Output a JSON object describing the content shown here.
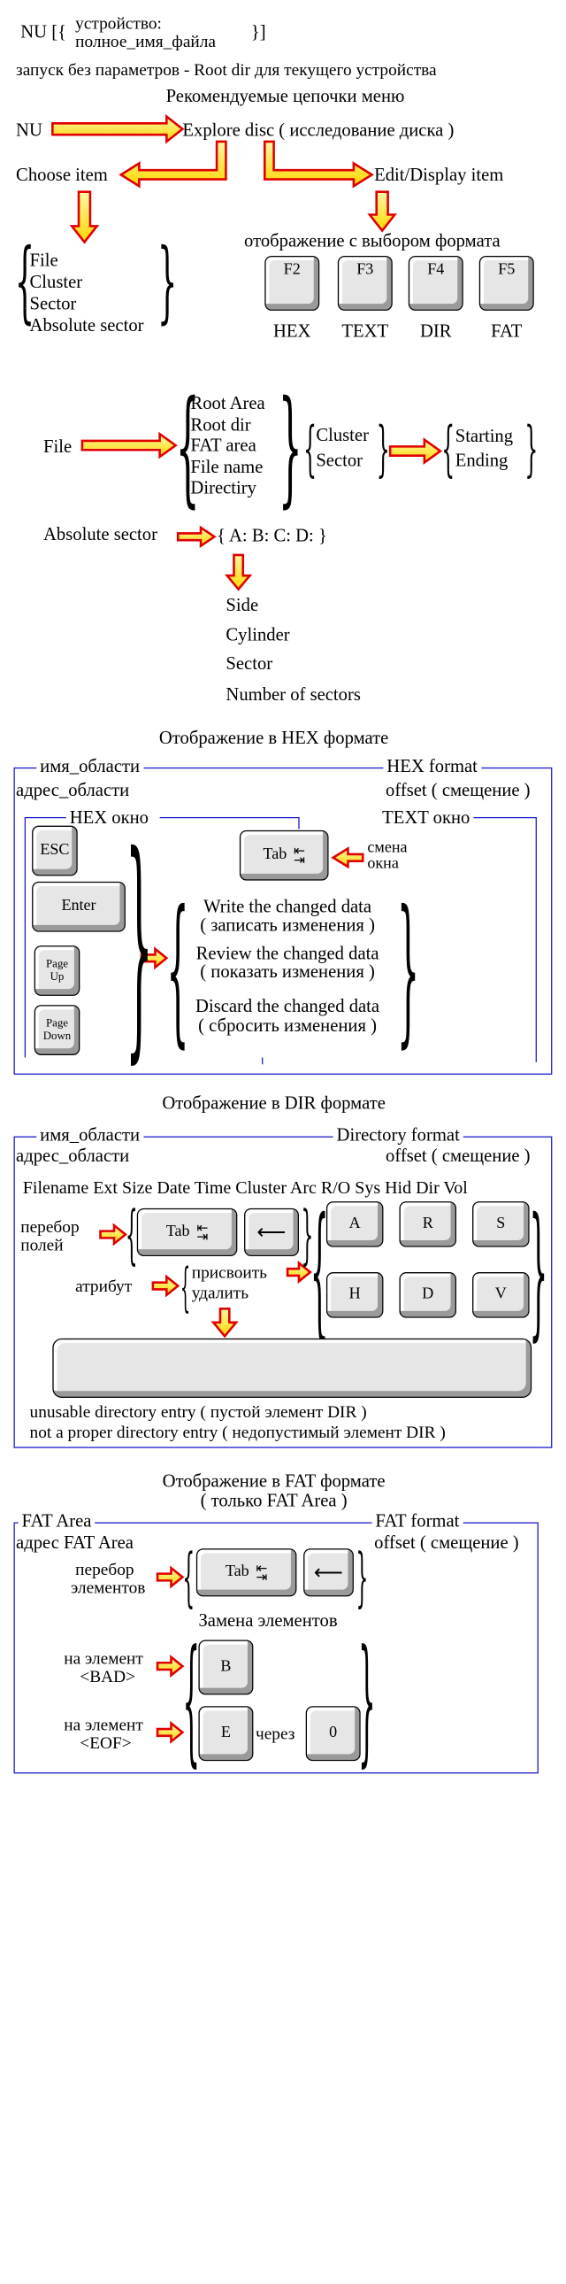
{
  "syntax": {
    "prefix": "NU [{",
    "line1": "устройство:",
    "line2": "полное_имя_файла",
    "suffix": "}]"
  },
  "launch": "запуск без параметров - Root dir для текущего устройства",
  "menu_title": "Рекомендуемые  цепочки меню",
  "flow": {
    "nu": "NU",
    "explore": "Explore  disc ( исследование диска )",
    "choose": "Choose item",
    "edit": "Edit/Display item"
  },
  "choose_items": [
    "File",
    "Cluster",
    "Sector",
    "Absolute sector"
  ],
  "display_caption": "отображение с выбором формата",
  "fkeys": [
    {
      "key": "F2",
      "label": "HEX"
    },
    {
      "key": "F3",
      "label": "TEXT"
    },
    {
      "key": "F4",
      "label": "DIR"
    },
    {
      "key": "F5",
      "label": "FAT"
    }
  ],
  "file_section": {
    "file": "File",
    "areas": [
      "Root Area",
      "Root dir",
      "FAT area",
      "File name",
      "Directiry"
    ],
    "units": [
      "Cluster",
      "Sector"
    ],
    "bounds": [
      "Starting",
      "Ending"
    ]
  },
  "abs_section": {
    "label": "Absolute sector",
    "drives": "{ A:  B:  C:  D: }",
    "items": [
      "Side",
      "Cylinder",
      "Sector",
      "Number of sectors"
    ]
  },
  "hex": {
    "title": "Отображение в HEX формате",
    "area_name": "имя_области",
    "area_addr": "адрес_области",
    "format": "HEX format",
    "offset": "offset ( смещение )",
    "hex_window": "HEX окно",
    "text_window": "TEXT окно",
    "tab_key": "Tab",
    "switch_label_1": "смена",
    "switch_label_2": "окна",
    "keys": [
      "ESC",
      "Enter",
      "Page Up",
      "Page Down"
    ],
    "actions": [
      {
        "en": "Write the changed data",
        "ru": "( записать изменения )"
      },
      {
        "en": "Review the changed data",
        "ru": "( показать изменения )"
      },
      {
        "en": "Discard the changed data",
        "ru": "( сбросить изменения )"
      }
    ]
  },
  "dir": {
    "title": "Отображение в DIR формате",
    "area_name": "имя_области",
    "area_addr": "адрес_области",
    "format": "Directory format",
    "offset": "offset ( смещение )",
    "columns": "Filename Ext Size Date Time Cluster Arc R/O Sys Hid Dir Vol",
    "cycle_1": "перебор",
    "cycle_2": "полей",
    "tab_key": "Tab",
    "attr": "атрибут",
    "assign": "присвоить",
    "remove": "удалить",
    "attr_keys": [
      "A",
      "R",
      "S",
      "H",
      "D",
      "V"
    ],
    "note1": "unusable directory entry ( пустой элемент DIR )",
    "note2": "not a proper directory entry ( недопустимый элемент DIR )"
  },
  "fat": {
    "title": "Отображение в FAT формате",
    "subtitle": "( только FAT Area )",
    "area_name": "FAT Area",
    "area_addr": "адрес FAT Area",
    "format": "FAT format",
    "offset": "offset ( смещение )",
    "cycle_1": "перебор",
    "cycle_2": "элементов",
    "tab_key": "Tab",
    "replace": "Замена элементов",
    "bad_1": "на элемент",
    "bad_2": "<BAD>",
    "bad_key": "B",
    "eof_1": "на элемент",
    "eof_2": "<EOF>",
    "eof_key": "E",
    "via": "через",
    "zero_key": "0"
  }
}
